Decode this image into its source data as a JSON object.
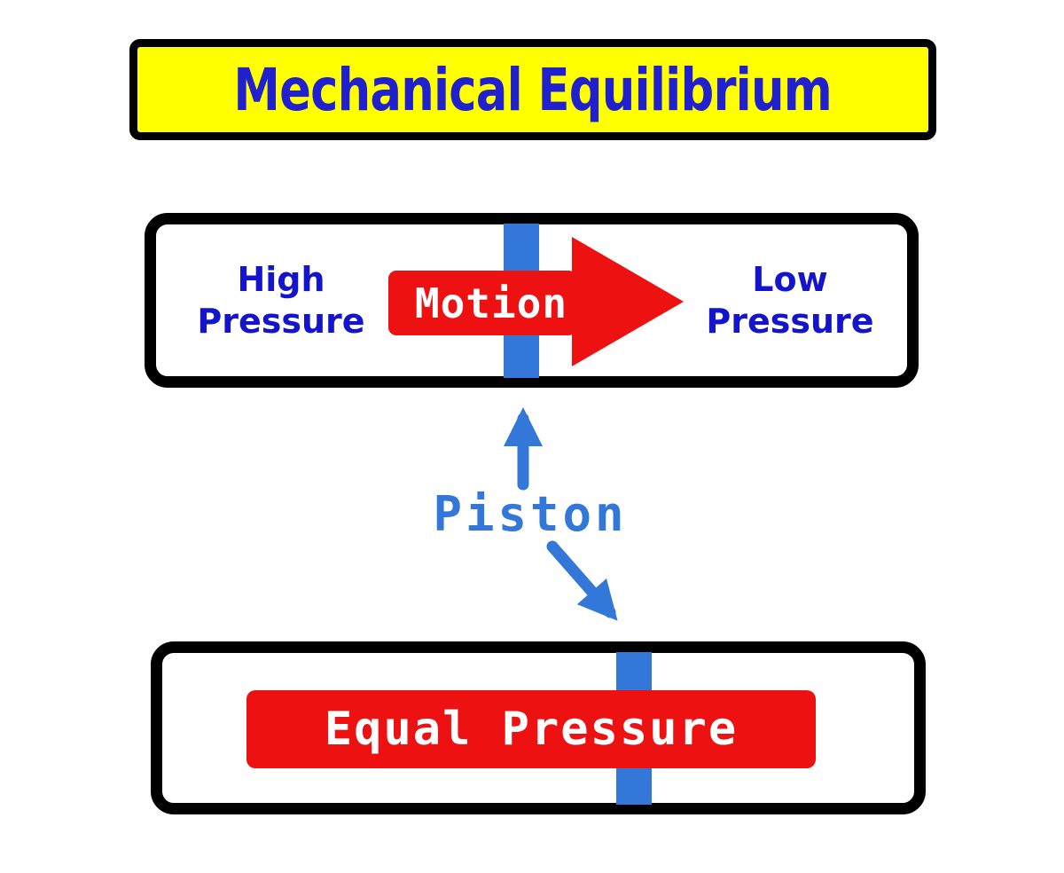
{
  "title": {
    "text": "Mechanical Equilibrium"
  },
  "upper_chamber": {
    "left_label": "High\nPressure",
    "left_label_lines": [
      "High",
      "Pressure"
    ],
    "arrow_label": "Motion",
    "right_label": "Low\nPressure",
    "right_label_lines": [
      "Low",
      "Pressure"
    ]
  },
  "piston": {
    "label": "Piston"
  },
  "lower_chamber": {
    "banner_label": "Equal Pressure"
  },
  "colors": {
    "yellow": "#FFFF00",
    "title_blue": "#2020CE",
    "label_blue": "#1414CC",
    "piston_blue": "#3377D8",
    "red": "#EE1111",
    "black": "#000000",
    "white": "#FFFFFF"
  }
}
